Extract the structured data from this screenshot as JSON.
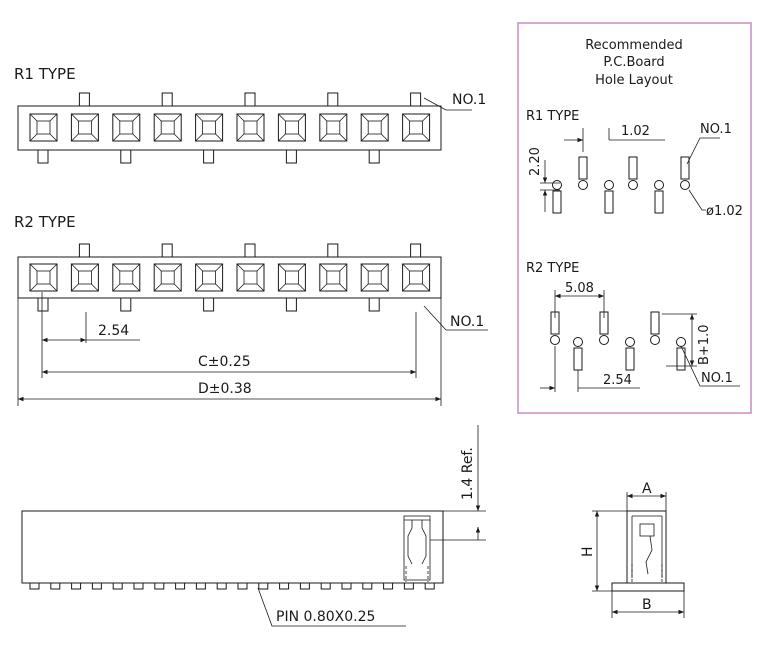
{
  "colors": {
    "line": "#1a1a1a",
    "pcb_box": "#c98ac0",
    "background": "#ffffff"
  },
  "r1": {
    "label": "R1  TYPE",
    "pin_label": "NO.1"
  },
  "r2": {
    "label": "R2  TYPE",
    "pin_label": "NO.1",
    "pitch": "2.54",
    "dim_c": "C±0.25",
    "dim_d": "D±0.38"
  },
  "side": {
    "ref": "1.4  Ref.",
    "pin": "PIN  0.80X0.25"
  },
  "end": {
    "a": "A",
    "h": "H",
    "b": "B"
  },
  "pcb": {
    "title": [
      "Recommended",
      "P.C.Board",
      "Hole  Layout"
    ],
    "r1_label": "R1  TYPE",
    "r1_pitch": "1.02",
    "r1_height": "2.20",
    "r1_pin": "NO.1",
    "r1_hole": "ø1.02",
    "r2_label": "R2  TYPE",
    "r2_span": "5.08",
    "r2_height": "B+1.0",
    "r2_pitch": "2.54",
    "r2_pin": "NO.1"
  },
  "connector": {
    "positions": 10
  }
}
